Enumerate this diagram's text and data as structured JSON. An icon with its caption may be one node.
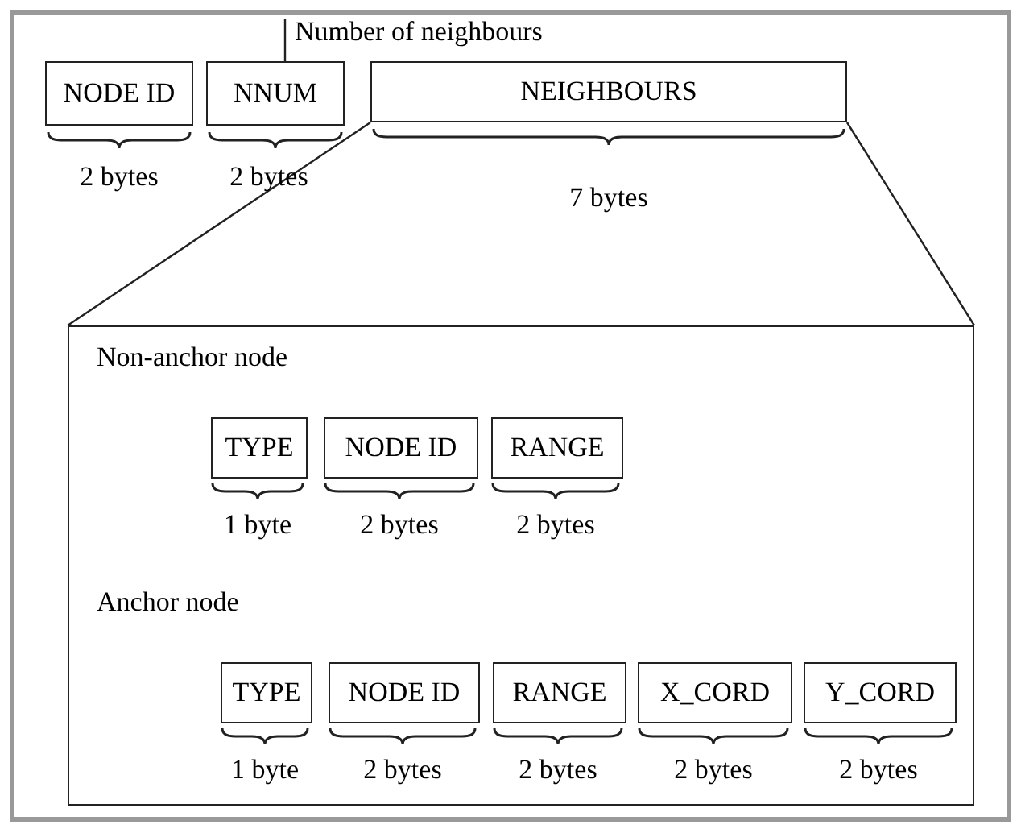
{
  "diagram": {
    "nodes": [
      {
        "text": [
          "Number of neighbours"
        ]
      },
      {
        "text": [
          "NODE ID"
        ],
        "beside": [
          "2 bytes"
        ]
      },
      {
        "text": [
          "NNUM"
        ],
        "beside": [
          "2 bytes"
        ]
      },
      {
        "text": [
          "NEIGHBOURS"
        ],
        "beside": [
          "7 bytes"
        ]
      },
      {
        "text": [],
        "shape": "box"
      },
      {
        "text": [
          "TYPE"
        ],
        "in": 4,
        "beside": [
          "1 byte"
        ]
      },
      {
        "text": [
          "NODE ID"
        ],
        "in": 4,
        "beside": [
          "2 bytes"
        ]
      },
      {
        "text": [
          "RANGE"
        ],
        "in": 4,
        "beside": [
          "2 bytes"
        ]
      },
      {
        "text": [
          "TYPE"
        ],
        "in": 4,
        "beside": [
          "1 byte"
        ]
      },
      {
        "text": [
          "NODE ID"
        ],
        "in": 4,
        "beside": [
          "2 bytes"
        ]
      },
      {
        "text": [
          "RANGE"
        ],
        "in": 4,
        "beside": [
          "2 bytes"
        ]
      },
      {
        "text": [
          "X_CORD"
        ],
        "in": 4,
        "beside": [
          "2 bytes"
        ]
      },
      {
        "text": [
          "Y_CORD"
        ],
        "in": 4,
        "beside": [
          "2 bytes"
        ]
      }
    ],
    "edges": [
      {
        "from": 0,
        "to": 2,
        "arrow": "none"
      },
      {
        "from": 3,
        "to": 4,
        "arrow": "none"
      }
    ],
    "labels": [
      "Non-anchor node",
      "Anchor node"
    ]
  }
}
